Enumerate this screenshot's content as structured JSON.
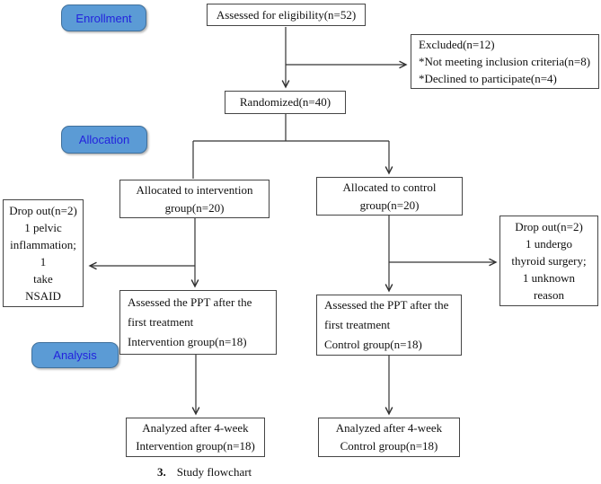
{
  "caption": {
    "number": "3.",
    "text": "Study flowchart"
  },
  "badges": [
    {
      "id": "enrollment",
      "label": "Enrollment"
    },
    {
      "id": "allocation",
      "label": "Allocation"
    },
    {
      "id": "analysis",
      "label": "Analysis"
    }
  ],
  "boxes": {
    "assessed_eligibility": {
      "lines": [
        "Assessed for eligibility(n=52)"
      ]
    },
    "excluded": {
      "lines": [
        "Excluded(n=12)",
        "*Not meeting inclusion criteria(n=8)",
        "*Declined to participate(n=4)"
      ]
    },
    "randomized": {
      "lines": [
        "Randomized(n=40)"
      ]
    },
    "allocated_intervention": {
      "lines": [
        "Allocated to intervention",
        "group(n=20)"
      ]
    },
    "allocated_control": {
      "lines": [
        "Allocated to control",
        "group(n=20)"
      ]
    },
    "dropout_left": {
      "lines": [
        "Drop out(n=2)",
        "1 pelvic",
        "inflammation;",
        "1",
        "take",
        "NSAID"
      ]
    },
    "dropout_right": {
      "lines": [
        "Drop out(n=2)",
        "1 undergo",
        "thyroid surgery;",
        "1 unknown",
        "reason"
      ]
    },
    "assessed_ppt_intervention": {
      "lines": [
        "Assessed the PPT after the",
        "first treatment",
        "Intervention group(n=18)"
      ]
    },
    "assessed_ppt_control": {
      "lines": [
        "Assessed the PPT after the",
        "first treatment",
        "Control group(n=18)"
      ]
    },
    "analyzed_intervention": {
      "lines": [
        "Analyzed after 4-week",
        "Intervention group(n=18)"
      ]
    },
    "analyzed_control": {
      "lines": [
        "Analyzed after 4-week",
        "Control group(n=18)"
      ]
    }
  },
  "colors": {
    "badge_fill": "#5b9bd5",
    "badge_border": "#41719c",
    "badge_text": "#2323dd",
    "box_border": "#454545",
    "line_color": "#333333"
  }
}
